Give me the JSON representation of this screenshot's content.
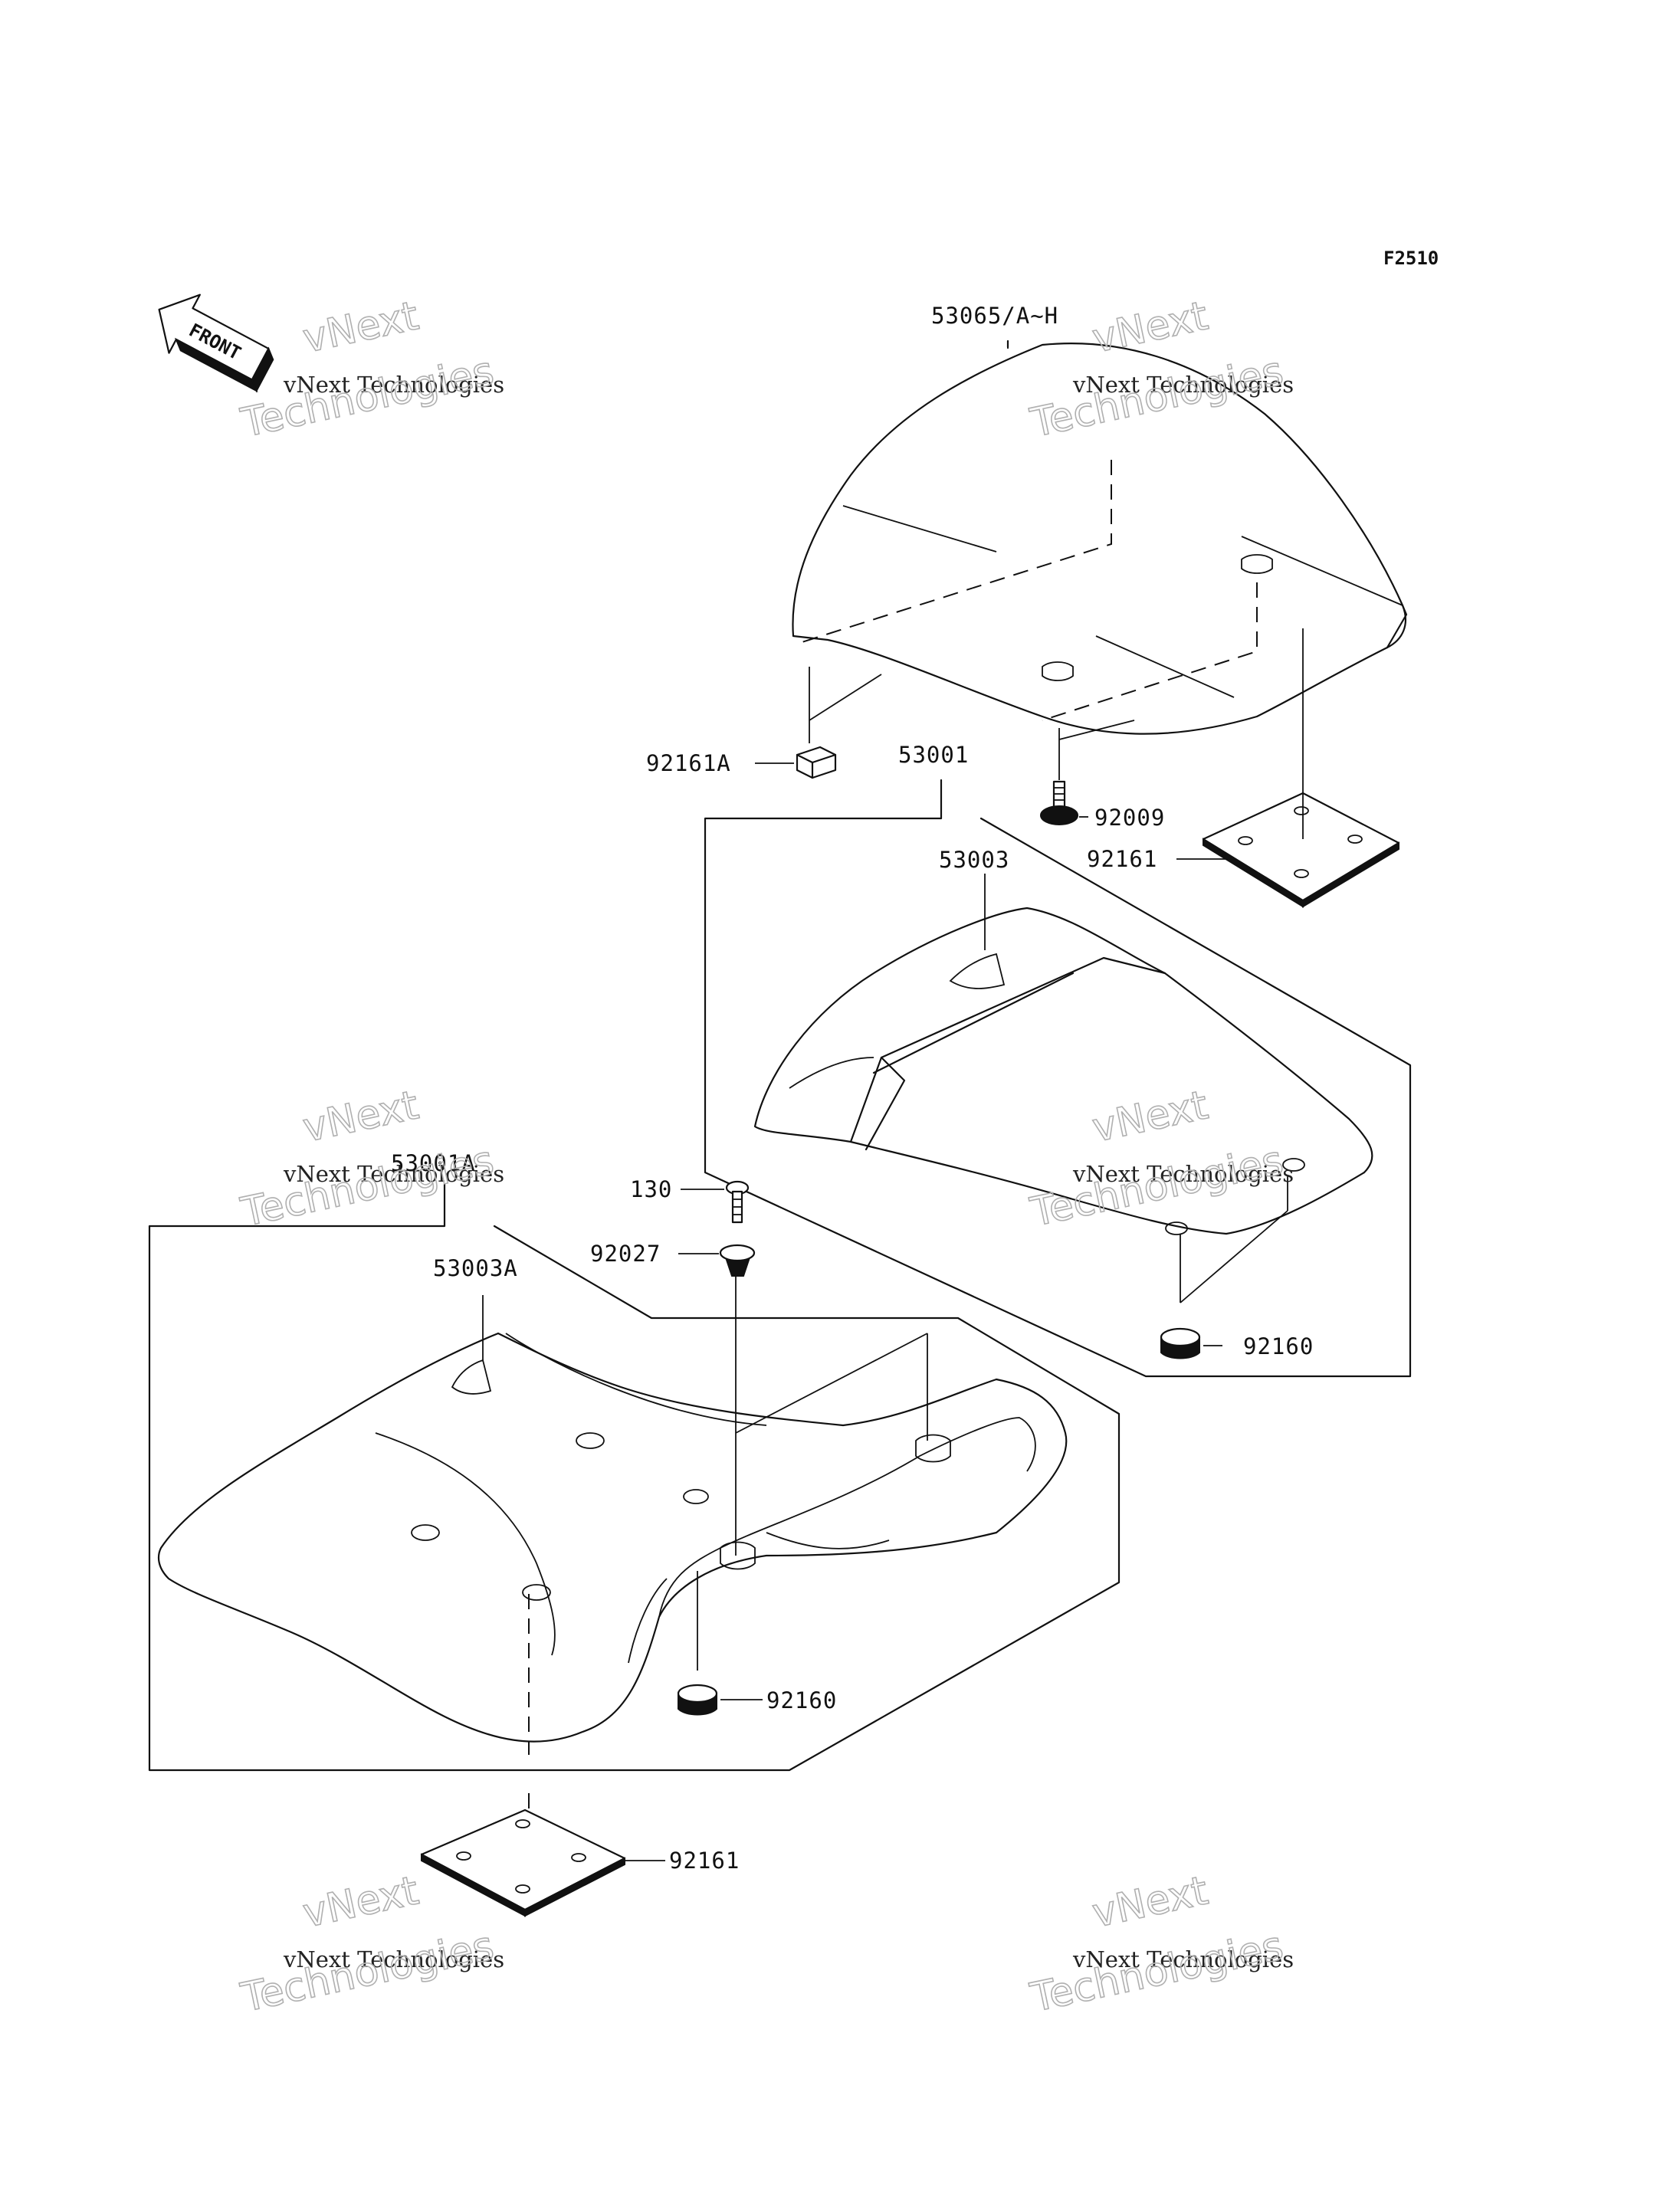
{
  "figure_code": "F2510",
  "direction_marker": {
    "text": "FRONT",
    "icon": "front-arrow-icon"
  },
  "parts": [
    {
      "id": "p1",
      "number": "53065/A~H"
    },
    {
      "id": "p2",
      "number": "92161A"
    },
    {
      "id": "p3",
      "number": "53001"
    },
    {
      "id": "p4",
      "number": "92009"
    },
    {
      "id": "p5",
      "number": "92161"
    },
    {
      "id": "p6",
      "number": "53003"
    },
    {
      "id": "p7",
      "number": "53001A"
    },
    {
      "id": "p8",
      "number": "130"
    },
    {
      "id": "p9",
      "number": "92027"
    },
    {
      "id": "p10",
      "number": "53003A"
    },
    {
      "id": "p11",
      "number": "92160"
    },
    {
      "id": "p12",
      "number": "92160"
    },
    {
      "id": "p13",
      "number": "92161"
    }
  ],
  "watermark": {
    "line1": "vNext",
    "line2": "vNext Technologies",
    "line3": "Technologies"
  }
}
